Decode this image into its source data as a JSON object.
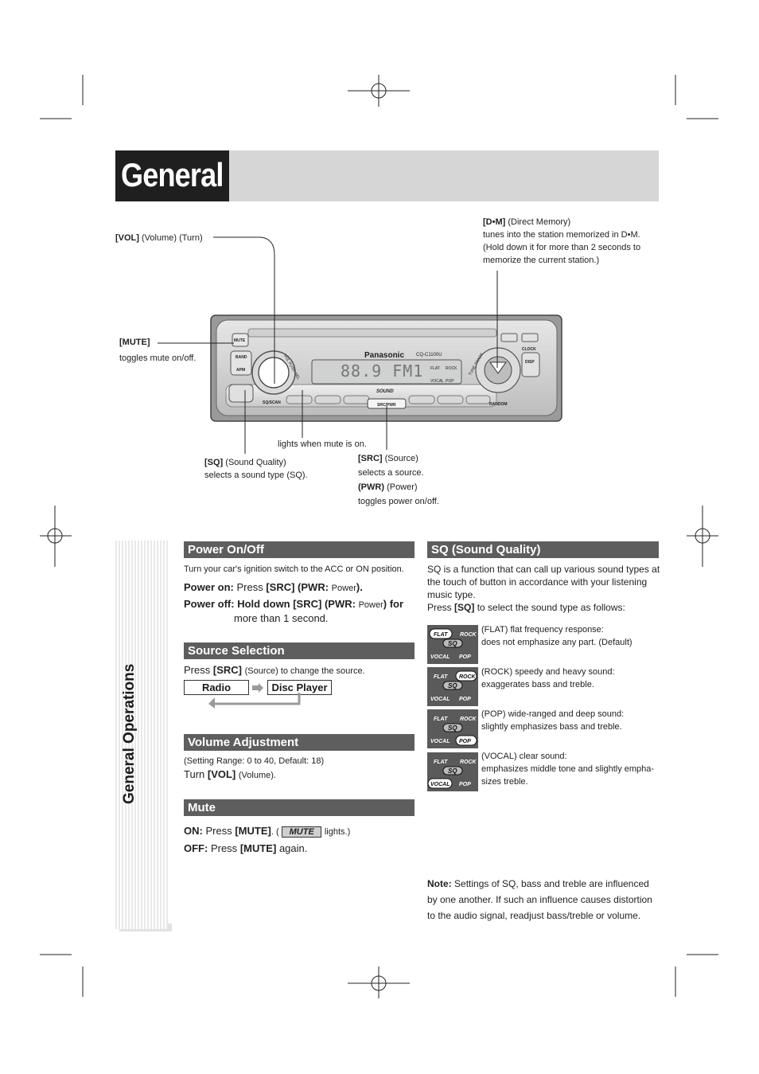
{
  "header": {
    "title": "General"
  },
  "side_label": "General Operations",
  "callouts": {
    "vol": {
      "key": "[VOL]",
      "desc": "(Volume) (Turn)"
    },
    "dm": {
      "key": "[D•M]",
      "desc": "(Direct Memory)",
      "line1": "tunes into the station memorized in D•M.",
      "line2": "(Hold down it for more than 2 seconds to",
      "line3": "memorize the current station.)"
    },
    "mute": {
      "key": "[MUTE]",
      "desc": "toggles mute on/off."
    },
    "mute_light": "lights when mute is on.",
    "sq": {
      "key": "[SQ]",
      "desc": "(Sound Quality)",
      "line2": "selects a sound type (SQ)."
    },
    "src": {
      "key": "[SRC]",
      "desc": "(Source)",
      "line2": "selects a source.",
      "pwr_key": "(PWR)",
      "pwr_desc": "(Power)",
      "line4": "toggles power on/off."
    }
  },
  "device": {
    "brand": "Panasonic",
    "model": "CQ-C1100U",
    "display": "88.9  FM1",
    "flat": "FLAT",
    "rock": "ROCK",
    "vocal": "VOCAL",
    "pop": "POP",
    "mute_btn": "MUTE",
    "band": "BAND",
    "apm": "APM",
    "sq_scan": "SQ/SCAN",
    "src_pwr": "SRC/PWR",
    "random": "RANDOM",
    "clock": "CLOCK",
    "disp": "DISP",
    "vol_label": "VOL PUSH SEL",
    "tune_label": "TUNE TRACK",
    "sound_label": "SOUND"
  },
  "power": {
    "heading": "Power On/Off",
    "intro": "Turn your car's ignition switch to the ACC or ON position.",
    "on_label": "Power on:",
    "on_text1": "Press",
    "on_key": "[SRC] (PWR:",
    "on_small": "Power",
    "on_end": ").",
    "off_label": "Power off:",
    "off_text1": "Hold down [SRC] (PWR:",
    "off_small": "Power",
    "off_end": ") for",
    "off_line2": "more than 1 second."
  },
  "source": {
    "heading": "Source Selection",
    "text1": "Press",
    "key": "[SRC]",
    "text2": "(Source) to change the source.",
    "box1": "Radio",
    "box2": "Disc Player"
  },
  "volume": {
    "heading": "Volume Adjustment",
    "range": "(Setting Range: 0 to 40, Default: 18)",
    "text1": "Turn",
    "key": "[VOL]",
    "text2": "(Volume)."
  },
  "mute": {
    "heading": "Mute",
    "on_label": "ON:",
    "on_text": "Press",
    "on_key": "[MUTE]",
    "on_paren_open": ". (",
    "badge": "MUTE",
    "on_paren_close": "lights.)",
    "off_label": "OFF:",
    "off_text": "Press",
    "off_key": "[MUTE]",
    "off_end": "again."
  },
  "sq": {
    "heading": "SQ (Sound Quality)",
    "intro1": "SQ is a function that can call up various sound types at",
    "intro2": "the touch of button in accordance with your listening",
    "intro3": "music type.",
    "intro4a": "Press",
    "intro4key": "[SQ]",
    "intro4b": "to select the sound type as follows:",
    "items": [
      {
        "line1": "(FLAT) flat frequency response:",
        "line2": "does not emphasize any part. (Default)"
      },
      {
        "line1": "(ROCK) speedy and heavy sound:",
        "line2": "exaggerates bass and treble."
      },
      {
        "line1": "(POP) wide-ranged and deep sound:",
        "line2": "slightly emphasizes bass and treble."
      },
      {
        "line1": "(VOCAL) clear sound:",
        "line2": "emphasizes middle tone and slightly empha-",
        "line3": "sizes treble."
      }
    ],
    "tile": {
      "flat": "FLAT",
      "rock": "ROCK",
      "sq": "SQ",
      "vocal": "VOCAL",
      "pop": "POP"
    }
  },
  "note": {
    "label": "Note:",
    "line1": "Settings of SQ, bass and treble are influenced",
    "line2": "by one another. If such an influence causes distortion",
    "line3": "to the audio signal, readjust bass/treble or volume."
  }
}
